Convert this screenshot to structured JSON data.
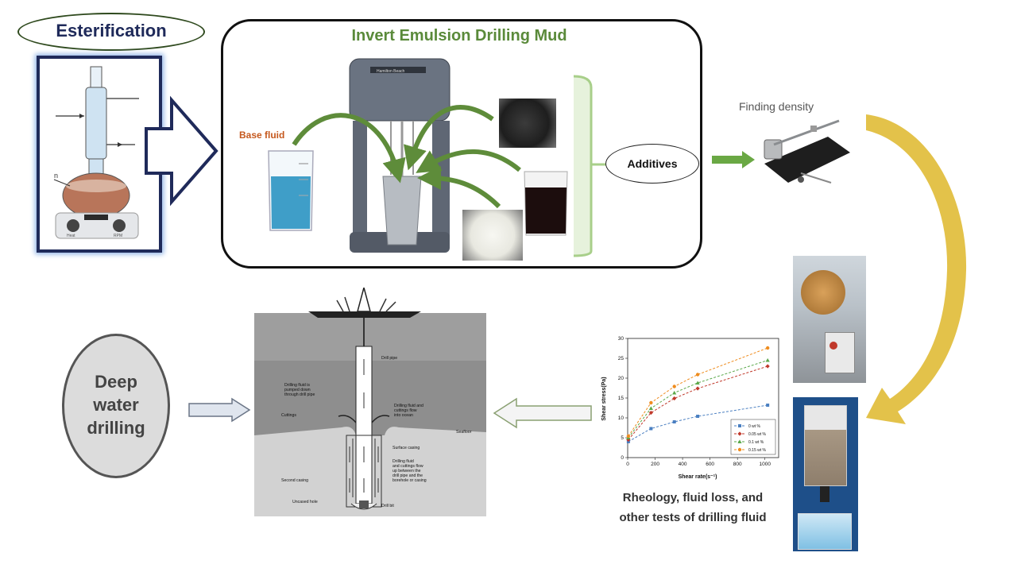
{
  "esterification": {
    "title": "Esterification",
    "flask_label": "n",
    "heat_label": "Heat",
    "rpm_label": "RPM"
  },
  "mud": {
    "title": "Invert Emulsion Drilling Mud",
    "base_fluid_label": "Base fluid",
    "additives_label": "Additives",
    "mixer_brand": "Hamilton Beach"
  },
  "density": {
    "label": "Finding density"
  },
  "tests": {
    "label_line1": "Rheology, fluid loss, and",
    "label_line2": "other tests of drilling fluid"
  },
  "deepwater": {
    "line1": "Deep",
    "line2": "water",
    "line3": "drilling"
  },
  "well_diagram": {
    "labels": {
      "drill_pipe": "Drill pipe",
      "pumped_1": "Drilling fluid is",
      "pumped_2": "pumped down",
      "pumped_3": "through drill pipe",
      "flow_ocean_1": "Drilling fluid and",
      "flow_ocean_2": "cuttings flow",
      "flow_ocean_3": "into ocean",
      "cuttings": "Cuttings",
      "seafloor": "Seafloor",
      "surface_casing": "Surface casing",
      "flow_up_1": "Drilling fluid",
      "flow_up_2": "and cuttings flow",
      "flow_up_3": "up between the",
      "flow_up_4": "drill pipe and the",
      "flow_up_5": "borehole or casing",
      "second_casing": "Second casing",
      "uncased_hole": "Uncased hole",
      "drill_bit": "Drill bit"
    }
  },
  "chart_data": {
    "type": "line",
    "title": "",
    "xlabel": "Shear rate(s⁻¹)",
    "ylabel": "Shear stress(Pa)",
    "xlim": [
      0,
      1100
    ],
    "ylim": [
      0,
      30
    ],
    "xticks": [
      0,
      200,
      400,
      600,
      800,
      1000
    ],
    "yticks": [
      0,
      5,
      10,
      15,
      20,
      25,
      30
    ],
    "legend_position": "bottom-right",
    "series": [
      {
        "name": "0 wt %",
        "color": "#4a7fc1",
        "marker": "square",
        "x": [
          5,
          170,
          340,
          510,
          1020
        ],
        "y": [
          4.0,
          7.3,
          9.0,
          10.4,
          13.2
        ]
      },
      {
        "name": "0.05 wt %",
        "color": "#c0392b",
        "marker": "diamond",
        "x": [
          5,
          170,
          340,
          510,
          1020
        ],
        "y": [
          4.5,
          11.3,
          14.9,
          17.4,
          23.0
        ]
      },
      {
        "name": "0.1 wt %",
        "color": "#5aa84a",
        "marker": "triangle",
        "x": [
          5,
          170,
          340,
          510,
          1020
        ],
        "y": [
          5.0,
          12.4,
          16.3,
          18.8,
          24.5
        ]
      },
      {
        "name": "0.15 wt %",
        "color": "#ef8c1e",
        "marker": "circle",
        "x": [
          5,
          170,
          340,
          510,
          1020
        ],
        "y": [
          5.4,
          13.8,
          17.9,
          20.9,
          27.6
        ]
      }
    ]
  },
  "colors": {
    "green_arrow": "#5e8c3a",
    "navy": "#1f2a5a",
    "gold_arrow": "#d9b53a",
    "title_green": "#5a8a3a",
    "base_fluid_orange": "#c5581d",
    "bracket_green": "#a8cf8a"
  }
}
